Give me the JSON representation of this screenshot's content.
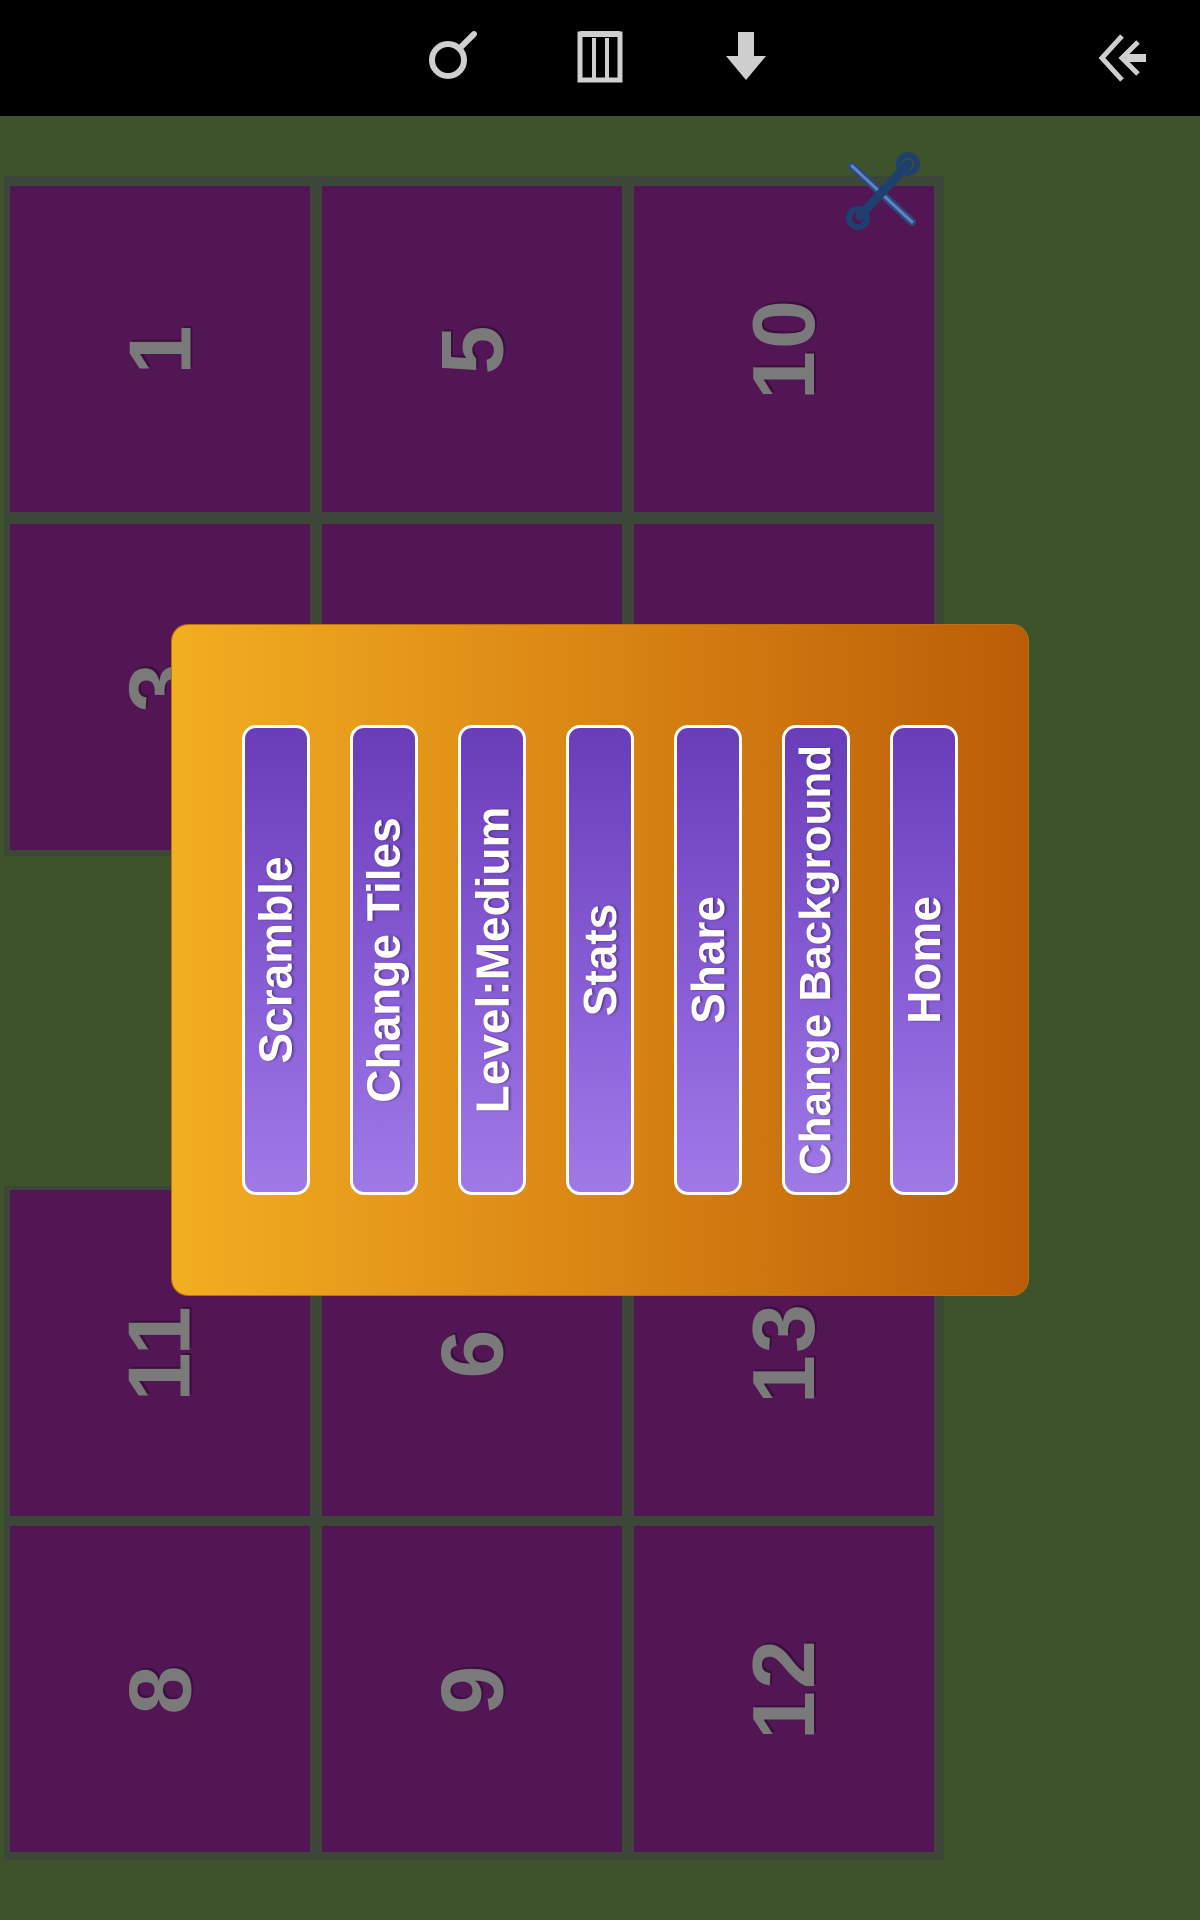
{
  "toolbar": {
    "icons": [
      "search-icon",
      "list-icon",
      "download-icon",
      "back-icon"
    ]
  },
  "board": {
    "tiles": [
      {
        "label": "1"
      },
      {
        "label": "5"
      },
      {
        "label": "10"
      },
      {
        "label": "3"
      },
      {
        "label": ""
      },
      {
        "label": ""
      },
      {
        "label": "11"
      },
      {
        "label": "6"
      },
      {
        "label": "13"
      },
      {
        "label": "8"
      },
      {
        "label": "9"
      },
      {
        "label": "12"
      }
    ]
  },
  "menu": {
    "buttons": [
      {
        "label": "Scramble"
      },
      {
        "label": "Change Tiles"
      },
      {
        "label": "Level:Medium"
      },
      {
        "label": "Stats"
      },
      {
        "label": "Share"
      },
      {
        "label": "Change Background"
      },
      {
        "label": "Home"
      }
    ]
  },
  "colors": {
    "background": "#3d532b",
    "tile": "#511653",
    "tile_number": "#7a7a7a",
    "panel_start": "#f2ae21",
    "panel_end": "#bb5d07",
    "button": "#7b4fcc"
  }
}
